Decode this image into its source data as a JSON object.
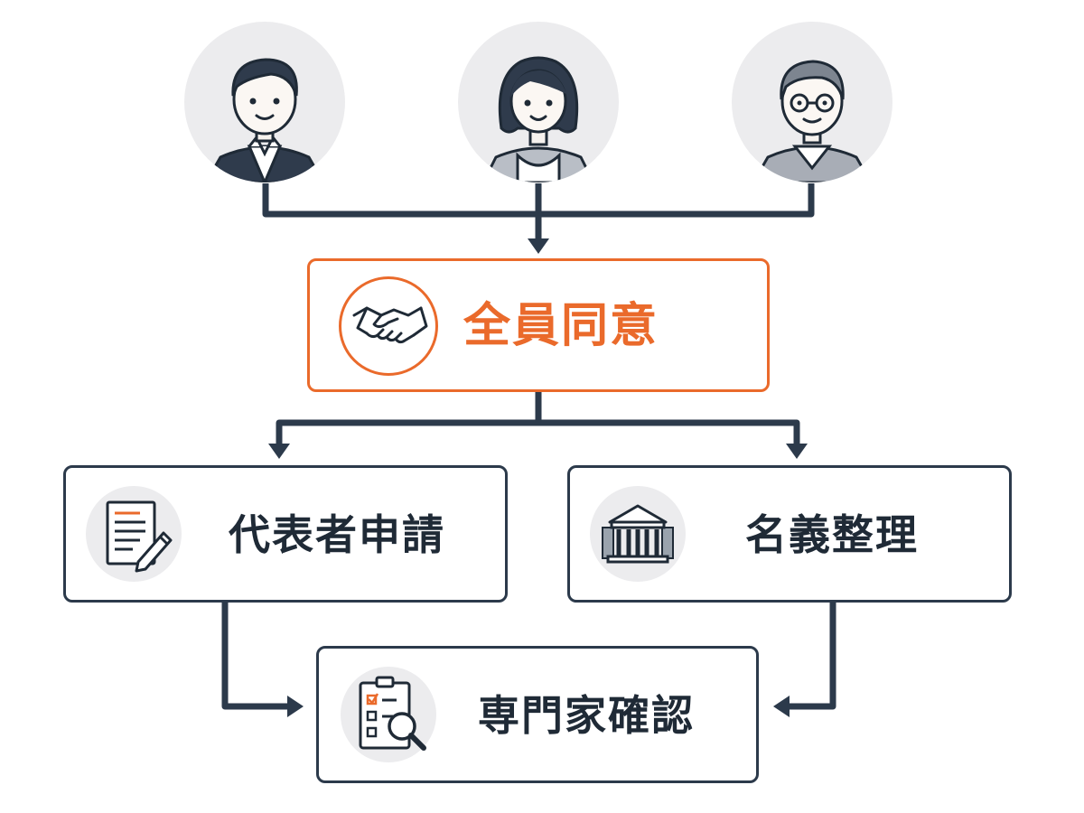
{
  "diagram": {
    "participants": [
      {
        "name": "person-man-suit"
      },
      {
        "name": "person-woman"
      },
      {
        "name": "person-elder-glasses"
      }
    ],
    "consensus": {
      "label": "全員同意",
      "icon": "handshake-icon"
    },
    "branches": [
      {
        "label": "代表者申請",
        "icon": "document-pen-icon"
      },
      {
        "label": "名義整理",
        "icon": "bank-building-icon"
      }
    ],
    "final": {
      "label": "専門家確認",
      "icon": "checklist-magnifier-icon"
    }
  },
  "colors": {
    "accent": "#ea6a2b",
    "line": "#2c3a4b",
    "circle_bg": "#ececee"
  }
}
